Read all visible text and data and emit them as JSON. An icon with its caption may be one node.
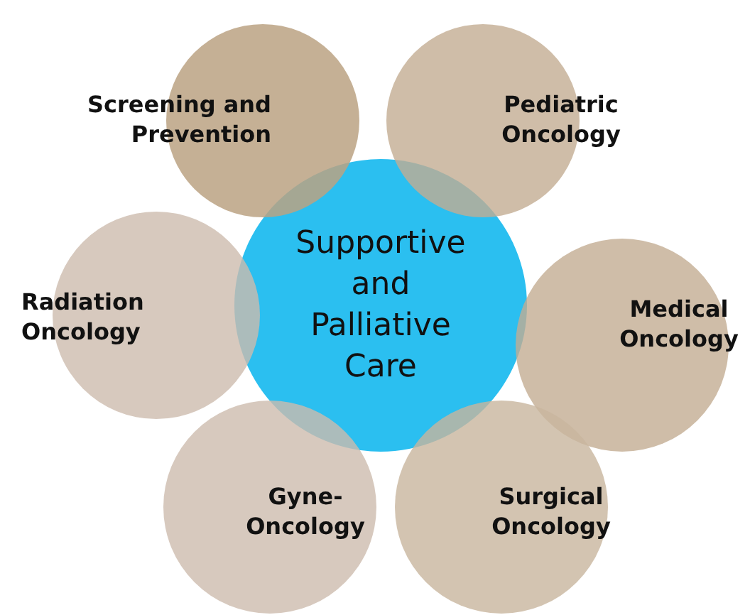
{
  "diagram": {
    "nodes": [
      {
        "text": [
          "Supportive and Palliative Care"
        ]
      },
      {
        "text": [
          "Screening and Prevention"
        ]
      },
      {
        "text": [
          "Pediatric Oncology"
        ]
      },
      {
        "text": [
          "Radiation Oncology"
        ]
      },
      {
        "text": [
          "Medical Oncology"
        ]
      },
      {
        "text": [
          "Gyne-Oncology"
        ]
      },
      {
        "text": [
          "Surgical Oncology"
        ]
      }
    ]
  }
}
